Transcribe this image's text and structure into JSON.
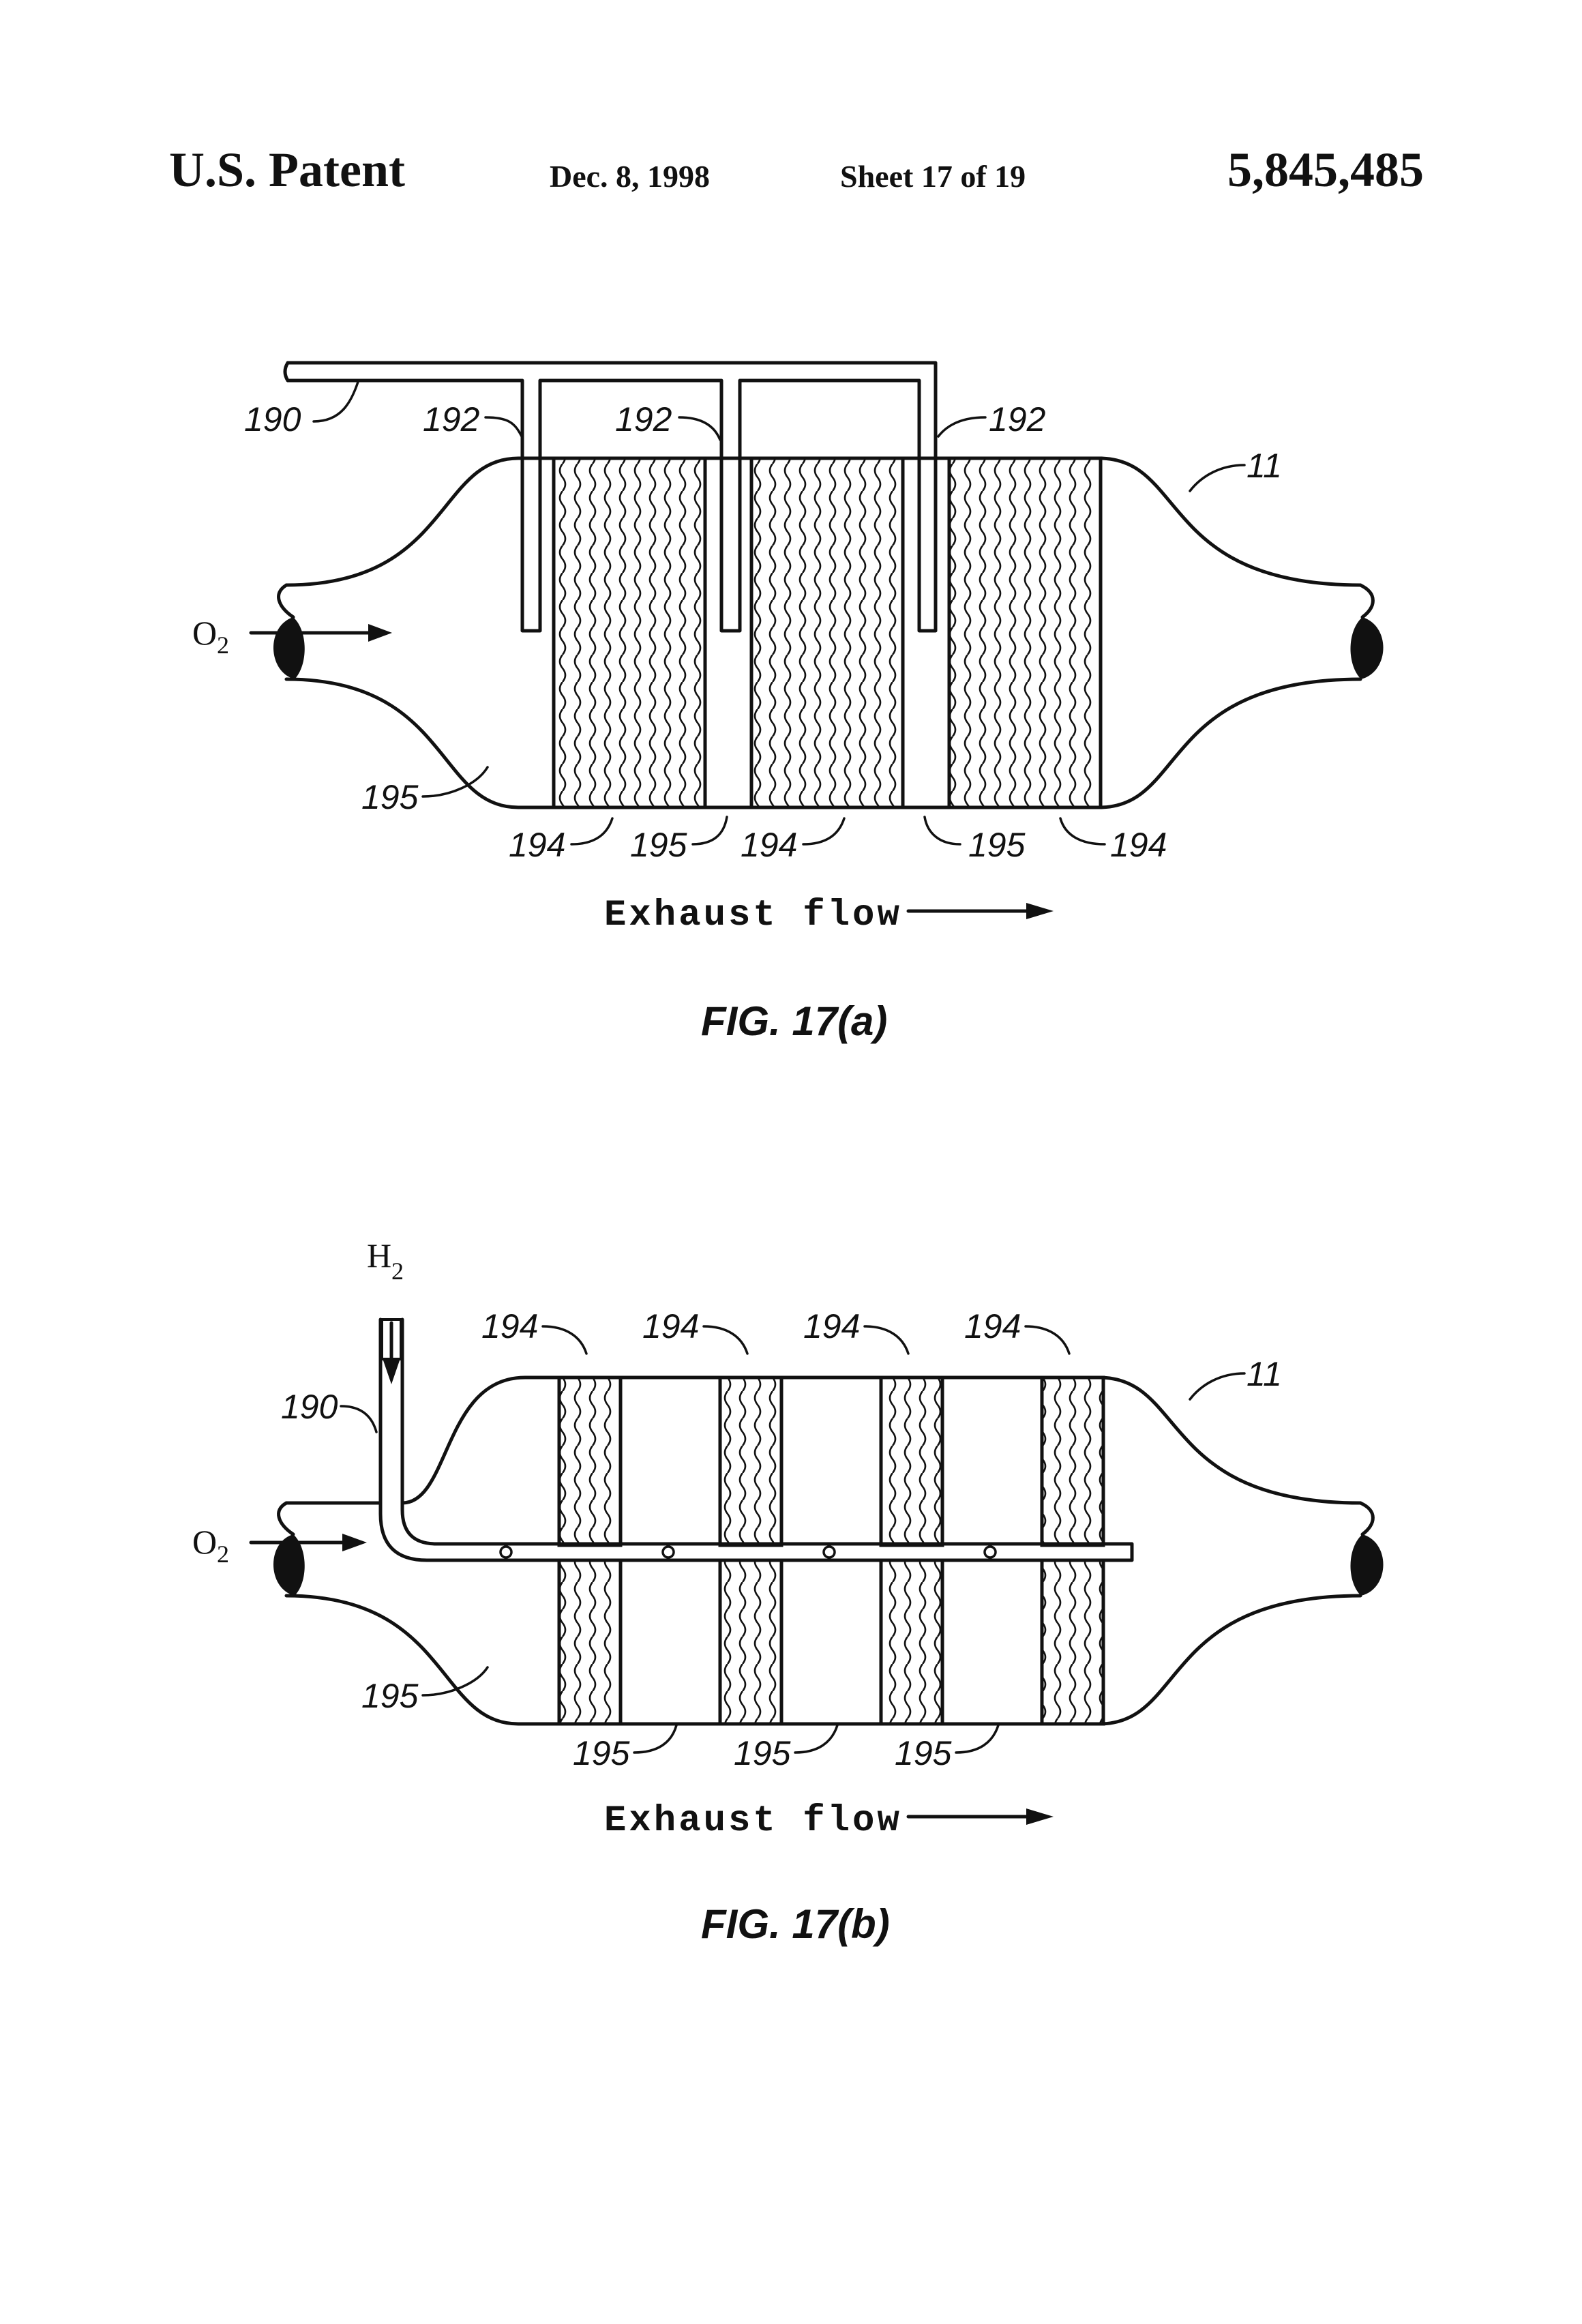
{
  "header": {
    "left": "U.S. Patent",
    "date": "Dec. 8, 1998",
    "sheet": "Sheet 17 of 19",
    "patent_number": "5,845,485"
  },
  "fig_a": {
    "caption": "FIG. 17(a)",
    "inlet_label": "O",
    "inlet_subscript": "2",
    "flow_label": "Exhaust flow",
    "refs": {
      "pipe_190": "190",
      "nozzle_1": "192",
      "nozzle_2": "192",
      "nozzle_3": "192",
      "housing_11": "11",
      "gap_left": "195",
      "cat_1": "194",
      "gap_1": "195",
      "cat_2": "194",
      "gap_2": "195",
      "cat_3": "194"
    }
  },
  "fig_b": {
    "caption": "FIG. 17(b)",
    "inlet_label": "O",
    "inlet_subscript": "2",
    "h2_label": "H",
    "h2_subscript": "2",
    "flow_label": "Exhaust flow",
    "refs": {
      "pipe_190": "190",
      "housing_11": "11",
      "cat_1": "194",
      "cat_2": "194",
      "cat_3": "194",
      "cat_4": "194",
      "gap_left": "195",
      "gap_1": "195",
      "gap_2": "195",
      "gap_3": "195"
    }
  }
}
